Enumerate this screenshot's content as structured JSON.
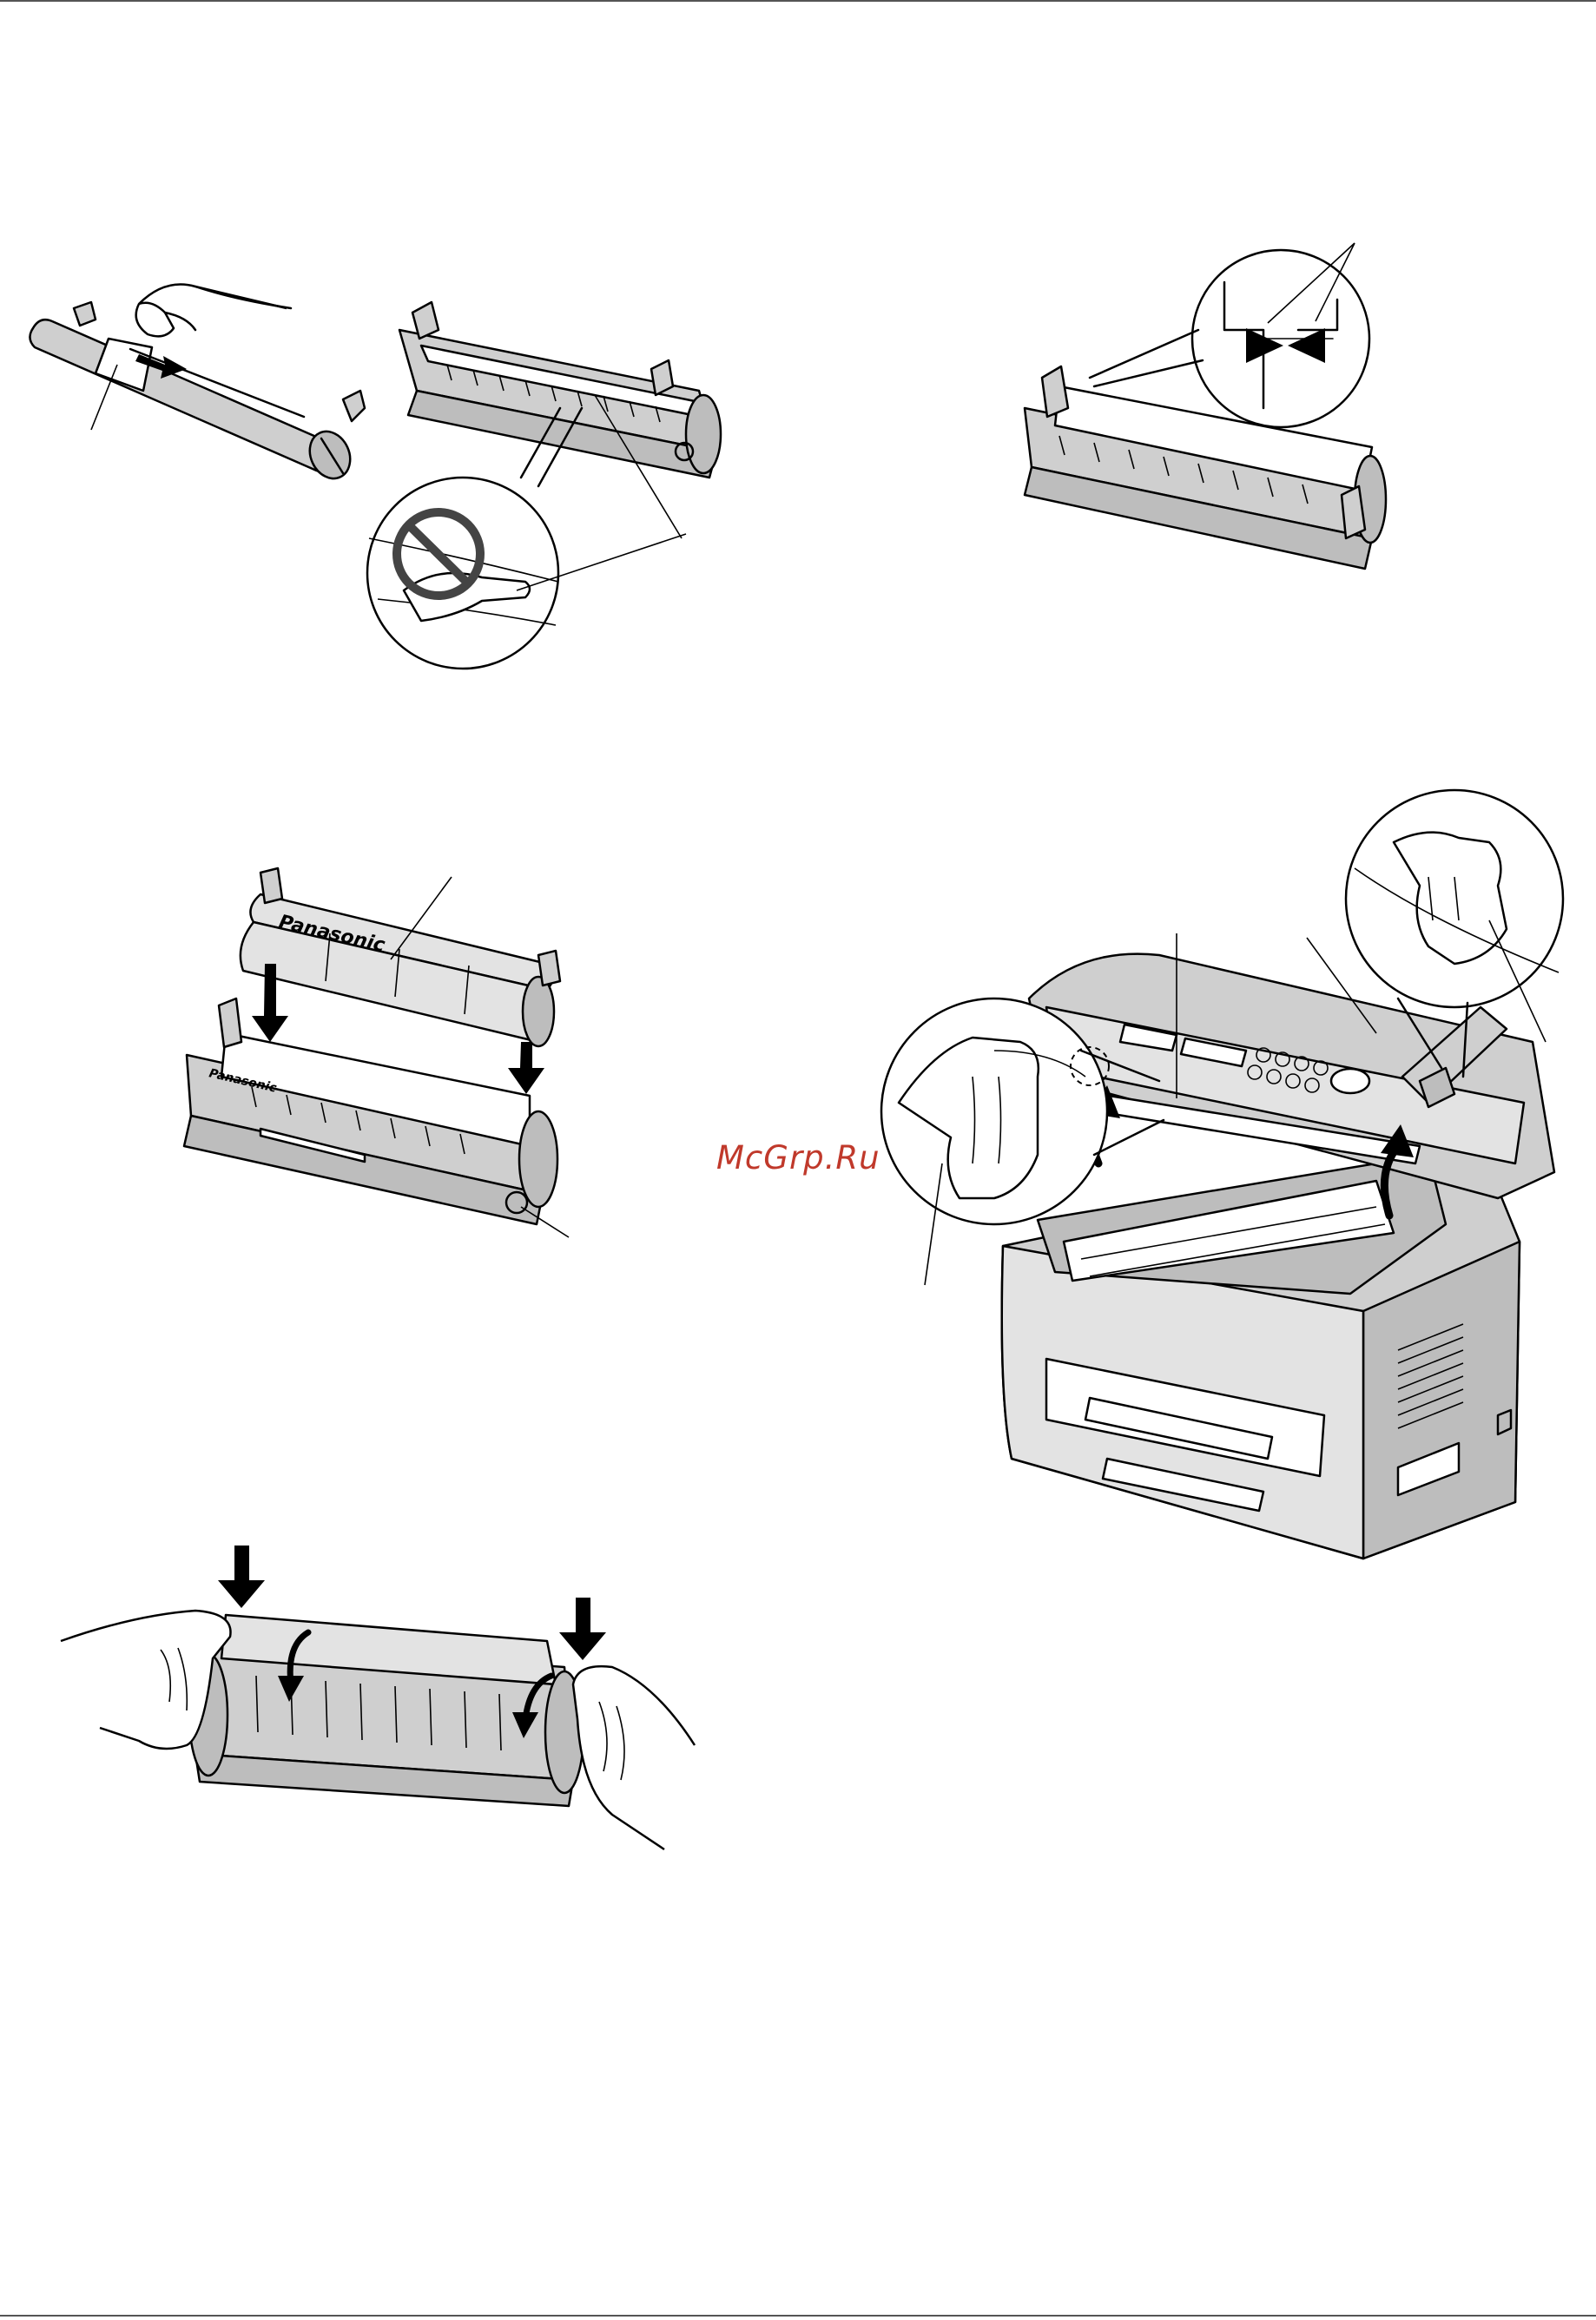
{
  "watermark": "McGrp.Ru",
  "figures": {
    "toner_cartridge_brand": "Panasonic",
    "drum_unit_brand": "Panasonic"
  }
}
